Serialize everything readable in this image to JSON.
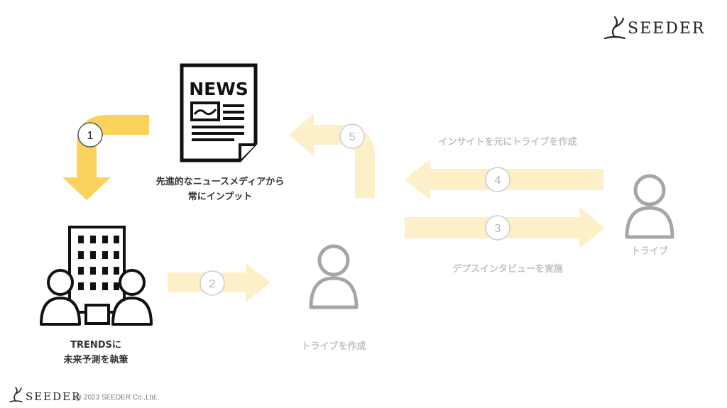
{
  "brand": {
    "name": "SEEDER"
  },
  "footer": {
    "brand": "SEEDER",
    "copyright": "@ 2023 SEEDER Co.,Ltd.."
  },
  "nodes": {
    "news": {
      "icon_text": "NEWS",
      "label_line1": "先進的なニュースメディアから",
      "label_line2": "常にインプット"
    },
    "company": {
      "label_line1": "TRENDSに",
      "label_line2": "未来予測を執筆"
    },
    "tribe_create": {
      "label": "トライブを作成"
    },
    "tribe": {
      "label": "トライブ"
    }
  },
  "steps": {
    "s1": "1",
    "s2": "2",
    "s3": "3",
    "s4": "4",
    "s5": "5"
  },
  "step_labels": {
    "s4": "インサイトを元にトライブを作成",
    "s3": "デプスインタビューを実施"
  },
  "colors": {
    "accent": "#fbd25c",
    "accent_faded": "#fdf0c8",
    "icon_dark": "#111111",
    "icon_gray": "#a6a6a6"
  }
}
